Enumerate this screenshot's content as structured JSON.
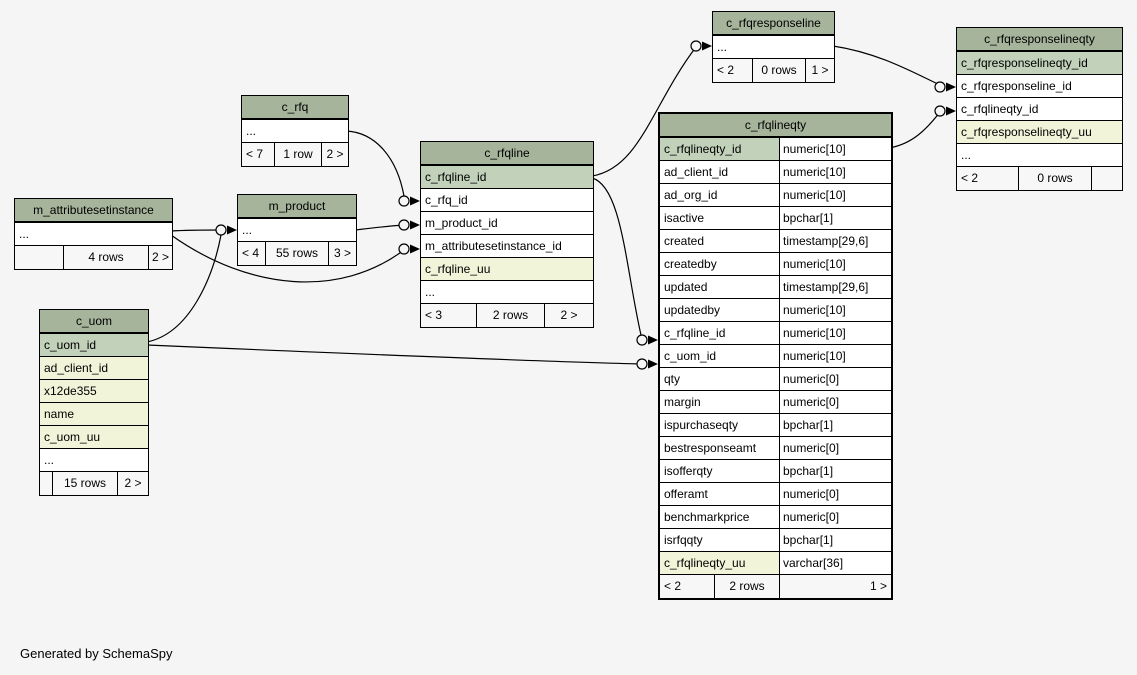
{
  "page": {
    "caption": "Generated by SchemaSpy"
  },
  "colors": {
    "page_bg": "#f5f5f5",
    "table_header_bg": "#a5b49b",
    "primary_key_bg": "#c2d1ba",
    "indexed_column_bg": "#f2f4d9",
    "row_bg": "#ffffff",
    "footer_bg": "#f7f7f7",
    "border": "#000000"
  },
  "tables": {
    "c_rfq": {
      "title": "c_rfq",
      "columns": [
        {
          "name": "..."
        }
      ],
      "footer": [
        "< 7",
        "1 row",
        "2 >"
      ]
    },
    "m_attributesetinstance": {
      "title": "m_attributesetinstance",
      "columns": [
        {
          "name": "..."
        }
      ],
      "footer": [
        "",
        "4 rows",
        "2 >"
      ]
    },
    "m_product": {
      "title": "m_product",
      "columns": [
        {
          "name": "..."
        }
      ],
      "footer": [
        "< 4",
        "55 rows",
        "3 >"
      ]
    },
    "c_uom": {
      "title": "c_uom",
      "columns": [
        {
          "name": "c_uom_id"
        },
        {
          "name": "ad_client_id"
        },
        {
          "name": "x12de355"
        },
        {
          "name": "name"
        },
        {
          "name": "c_uom_uu"
        },
        {
          "name": "..."
        }
      ],
      "footer": [
        "",
        "15 rows",
        "2 >"
      ]
    },
    "c_rfqline": {
      "title": "c_rfqline",
      "columns": [
        {
          "name": "c_rfqline_id"
        },
        {
          "name": "c_rfq_id"
        },
        {
          "name": "m_product_id"
        },
        {
          "name": "m_attributesetinstance_id"
        },
        {
          "name": "c_rfqline_uu"
        },
        {
          "name": "..."
        }
      ],
      "footer": [
        "< 3",
        "2 rows",
        "2 >"
      ]
    },
    "c_rfqresponseline": {
      "title": "c_rfqresponseline",
      "columns": [
        {
          "name": "..."
        }
      ],
      "footer": [
        "< 2",
        "0 rows",
        "1 >"
      ]
    },
    "c_rfqresponselineqty": {
      "title": "c_rfqresponselineqty",
      "columns": [
        {
          "name": "c_rfqresponselineqty_id"
        },
        {
          "name": "c_rfqresponseline_id"
        },
        {
          "name": "c_rfqlineqty_id"
        },
        {
          "name": "c_rfqresponselineqty_uu"
        },
        {
          "name": "..."
        }
      ],
      "footer": [
        "< 2",
        "0 rows",
        ""
      ]
    },
    "c_rfqlineqty": {
      "title": "c_rfqlineqty",
      "columns": [
        {
          "name": "c_rfqlineqty_id",
          "type": "numeric[10]"
        },
        {
          "name": "ad_client_id",
          "type": "numeric[10]"
        },
        {
          "name": "ad_org_id",
          "type": "numeric[10]"
        },
        {
          "name": "isactive",
          "type": "bpchar[1]"
        },
        {
          "name": "created",
          "type": "timestamp[29,6]"
        },
        {
          "name": "createdby",
          "type": "numeric[10]"
        },
        {
          "name": "updated",
          "type": "timestamp[29,6]"
        },
        {
          "name": "updatedby",
          "type": "numeric[10]"
        },
        {
          "name": "c_rfqline_id",
          "type": "numeric[10]"
        },
        {
          "name": "c_uom_id",
          "type": "numeric[10]"
        },
        {
          "name": "qty",
          "type": "numeric[0]"
        },
        {
          "name": "margin",
          "type": "numeric[0]"
        },
        {
          "name": "ispurchaseqty",
          "type": "bpchar[1]"
        },
        {
          "name": "bestresponseamt",
          "type": "numeric[0]"
        },
        {
          "name": "isofferqty",
          "type": "bpchar[1]"
        },
        {
          "name": "offeramt",
          "type": "numeric[0]"
        },
        {
          "name": "benchmarkprice",
          "type": "numeric[0]"
        },
        {
          "name": "isrfqqty",
          "type": "bpchar[1]"
        },
        {
          "name": "c_rfqlineqty_uu",
          "type": "varchar[36]"
        }
      ],
      "footer": [
        "< 2",
        "2 rows",
        "1 >"
      ]
    }
  },
  "relationships": [
    {
      "from": "c_rfq",
      "to": "c_rfqline.c_rfq_id"
    },
    {
      "from": "m_product",
      "to": "c_rfqline.m_product_id"
    },
    {
      "from": "m_attributesetinstance",
      "to": "c_rfqline.m_attributesetinstance_id"
    },
    {
      "from": "m_attributesetinstance",
      "to": "m_product"
    },
    {
      "from": "c_uom",
      "to": "m_product"
    },
    {
      "from": "c_uom.c_uom_id",
      "to": "c_rfqlineqty.c_uom_id"
    },
    {
      "from": "c_rfqline.c_rfqline_id",
      "to": "c_rfqresponseline"
    },
    {
      "from": "c_rfqline.c_rfqline_id",
      "to": "c_rfqlineqty.c_rfqline_id"
    },
    {
      "from": "c_rfqresponseline",
      "to": "c_rfqresponselineqty.c_rfqresponseline_id"
    },
    {
      "from": "c_rfqlineqty.c_rfqlineqty_id",
      "to": "c_rfqresponselineqty.c_rfqlineqty_id"
    }
  ]
}
